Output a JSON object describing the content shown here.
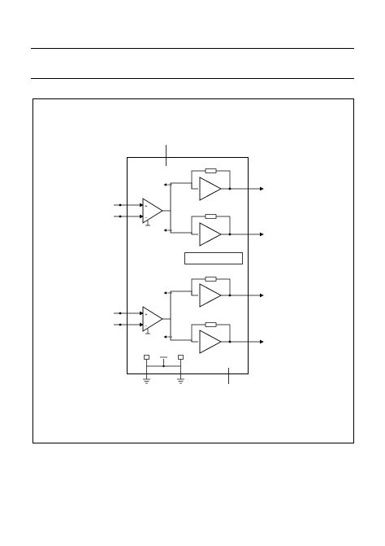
{
  "page": {
    "header_rules": 2
  },
  "figure": {
    "type": "block-diagram",
    "description_visible_text": "",
    "colors": {
      "line": "#000000",
      "background": "#ffffff"
    },
    "blocks": {
      "differential_input_amplifiers": 2,
      "output_buffer_amplifiers": 4,
      "feedback_resistors": 4,
      "label_box": 1,
      "bias_resistors": 2,
      "ground_symbols": 2
    },
    "inputs_per_differential_amplifier": 2,
    "outputs": 4,
    "amplifier_polarity_marks": [
      "+",
      "−"
    ]
  }
}
